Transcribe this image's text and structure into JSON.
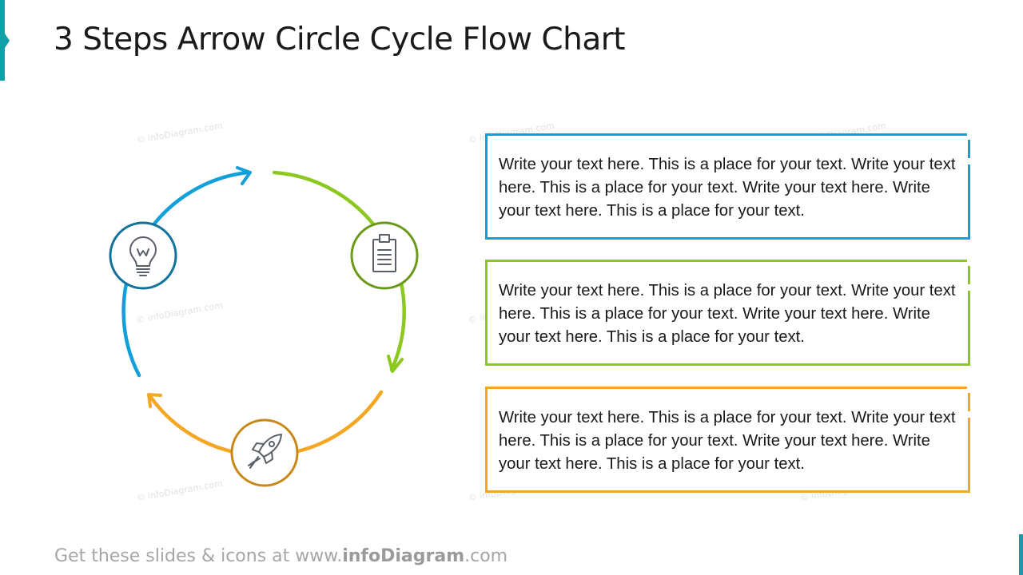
{
  "slide": {
    "title": "3 Steps Arrow Circle Cycle Flow Chart"
  },
  "colors": {
    "accent": "#12a0a8",
    "step1": "#11a0d9",
    "step1_ring": "#12739a",
    "step2": "#8cc81e",
    "step2_ring": "#6b9a1a",
    "step3": "#f5a623",
    "step3_ring": "#c9881a",
    "icon_stroke": "#5a5f6a"
  },
  "cycle": {
    "steps": [
      {
        "icon": "lightbulb-icon",
        "color": "step1"
      },
      {
        "icon": "clipboard-icon",
        "color": "step2"
      },
      {
        "icon": "rocket-icon",
        "color": "step3"
      }
    ]
  },
  "text_boxes": [
    {
      "text": "Write your text here. This is a place for your text. Write your text here. This is a place for your text. Write your text here. Write your text here. This is a place for your text.",
      "color": "step1"
    },
    {
      "text": "Write your text here. This is a place for your text. Write your text here. This is a place for your text. Write your text here. Write your text here. This is a place for your text.",
      "color": "step2"
    },
    {
      "text": "Write your text here. This is a place for your text. Write your text here. This is a place for your text. Write your text here. Write your text here. This is a place for your text.",
      "color": "step3"
    }
  ],
  "footer": {
    "prefix": "Get these slides & icons at www.",
    "brand": "infoDiagram",
    "suffix": ".com"
  },
  "watermark": {
    "text": "© infoDiagram.com"
  }
}
